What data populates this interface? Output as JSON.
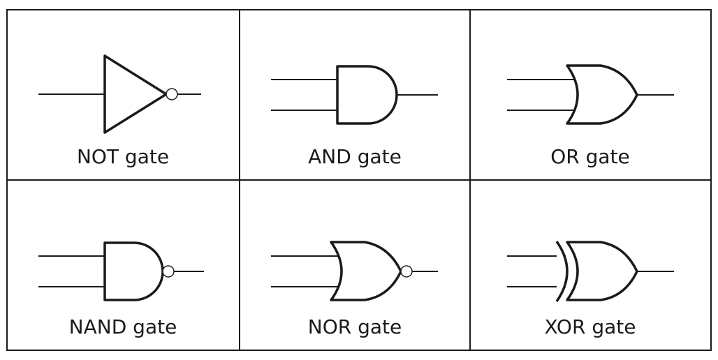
{
  "gates": [
    {
      "type": "not-gate",
      "label": "NOT gate"
    },
    {
      "type": "and-gate",
      "label": "AND gate"
    },
    {
      "type": "or-gate",
      "label": "OR gate"
    },
    {
      "type": "nand-gate",
      "label": "NAND gate"
    },
    {
      "type": "nor-gate",
      "label": "NOR gate"
    },
    {
      "type": "xor-gate",
      "label": "XOR gate"
    }
  ]
}
